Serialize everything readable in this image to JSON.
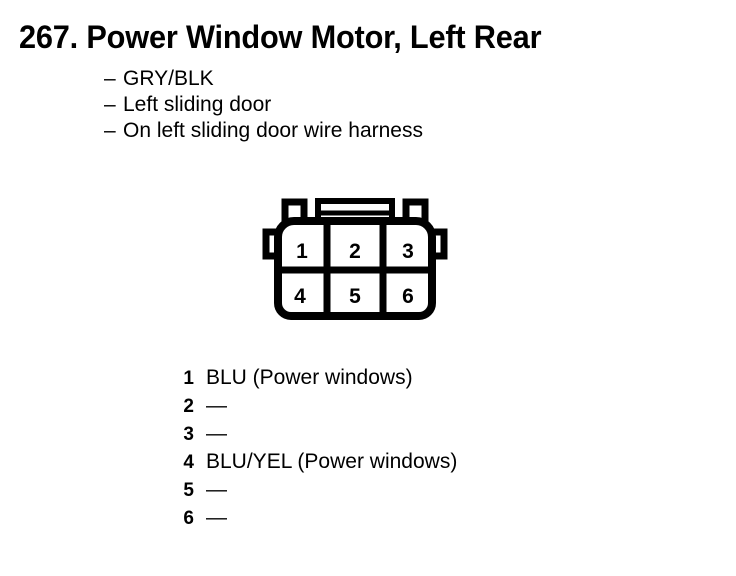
{
  "page": {
    "title": "267. Power Window Motor, Left Rear",
    "notes": [
      {
        "dash": "–",
        "text": "GRY/BLK"
      },
      {
        "dash": "–",
        "text": "Left sliding door"
      },
      {
        "dash": "–",
        "text": "On left sliding door wire harness"
      }
    ]
  },
  "connector": {
    "name": "6-way-connector-diagram",
    "cavity_labels_top": [
      "1",
      "2",
      "3"
    ],
    "cavity_labels_bottom": [
      "4",
      "5",
      "6"
    ],
    "stroke_color": "#000000",
    "fill_color": "#ffffff"
  },
  "pin_list": {
    "rows": [
      {
        "pin": "1",
        "value": "BLU (Power windows)"
      },
      {
        "pin": "2",
        "value": "—"
      },
      {
        "pin": "3",
        "value": "—"
      },
      {
        "pin": "4",
        "value": "BLU/YEL (Power windows)"
      },
      {
        "pin": "5",
        "value": "—"
      },
      {
        "pin": "6",
        "value": "—"
      }
    ]
  }
}
